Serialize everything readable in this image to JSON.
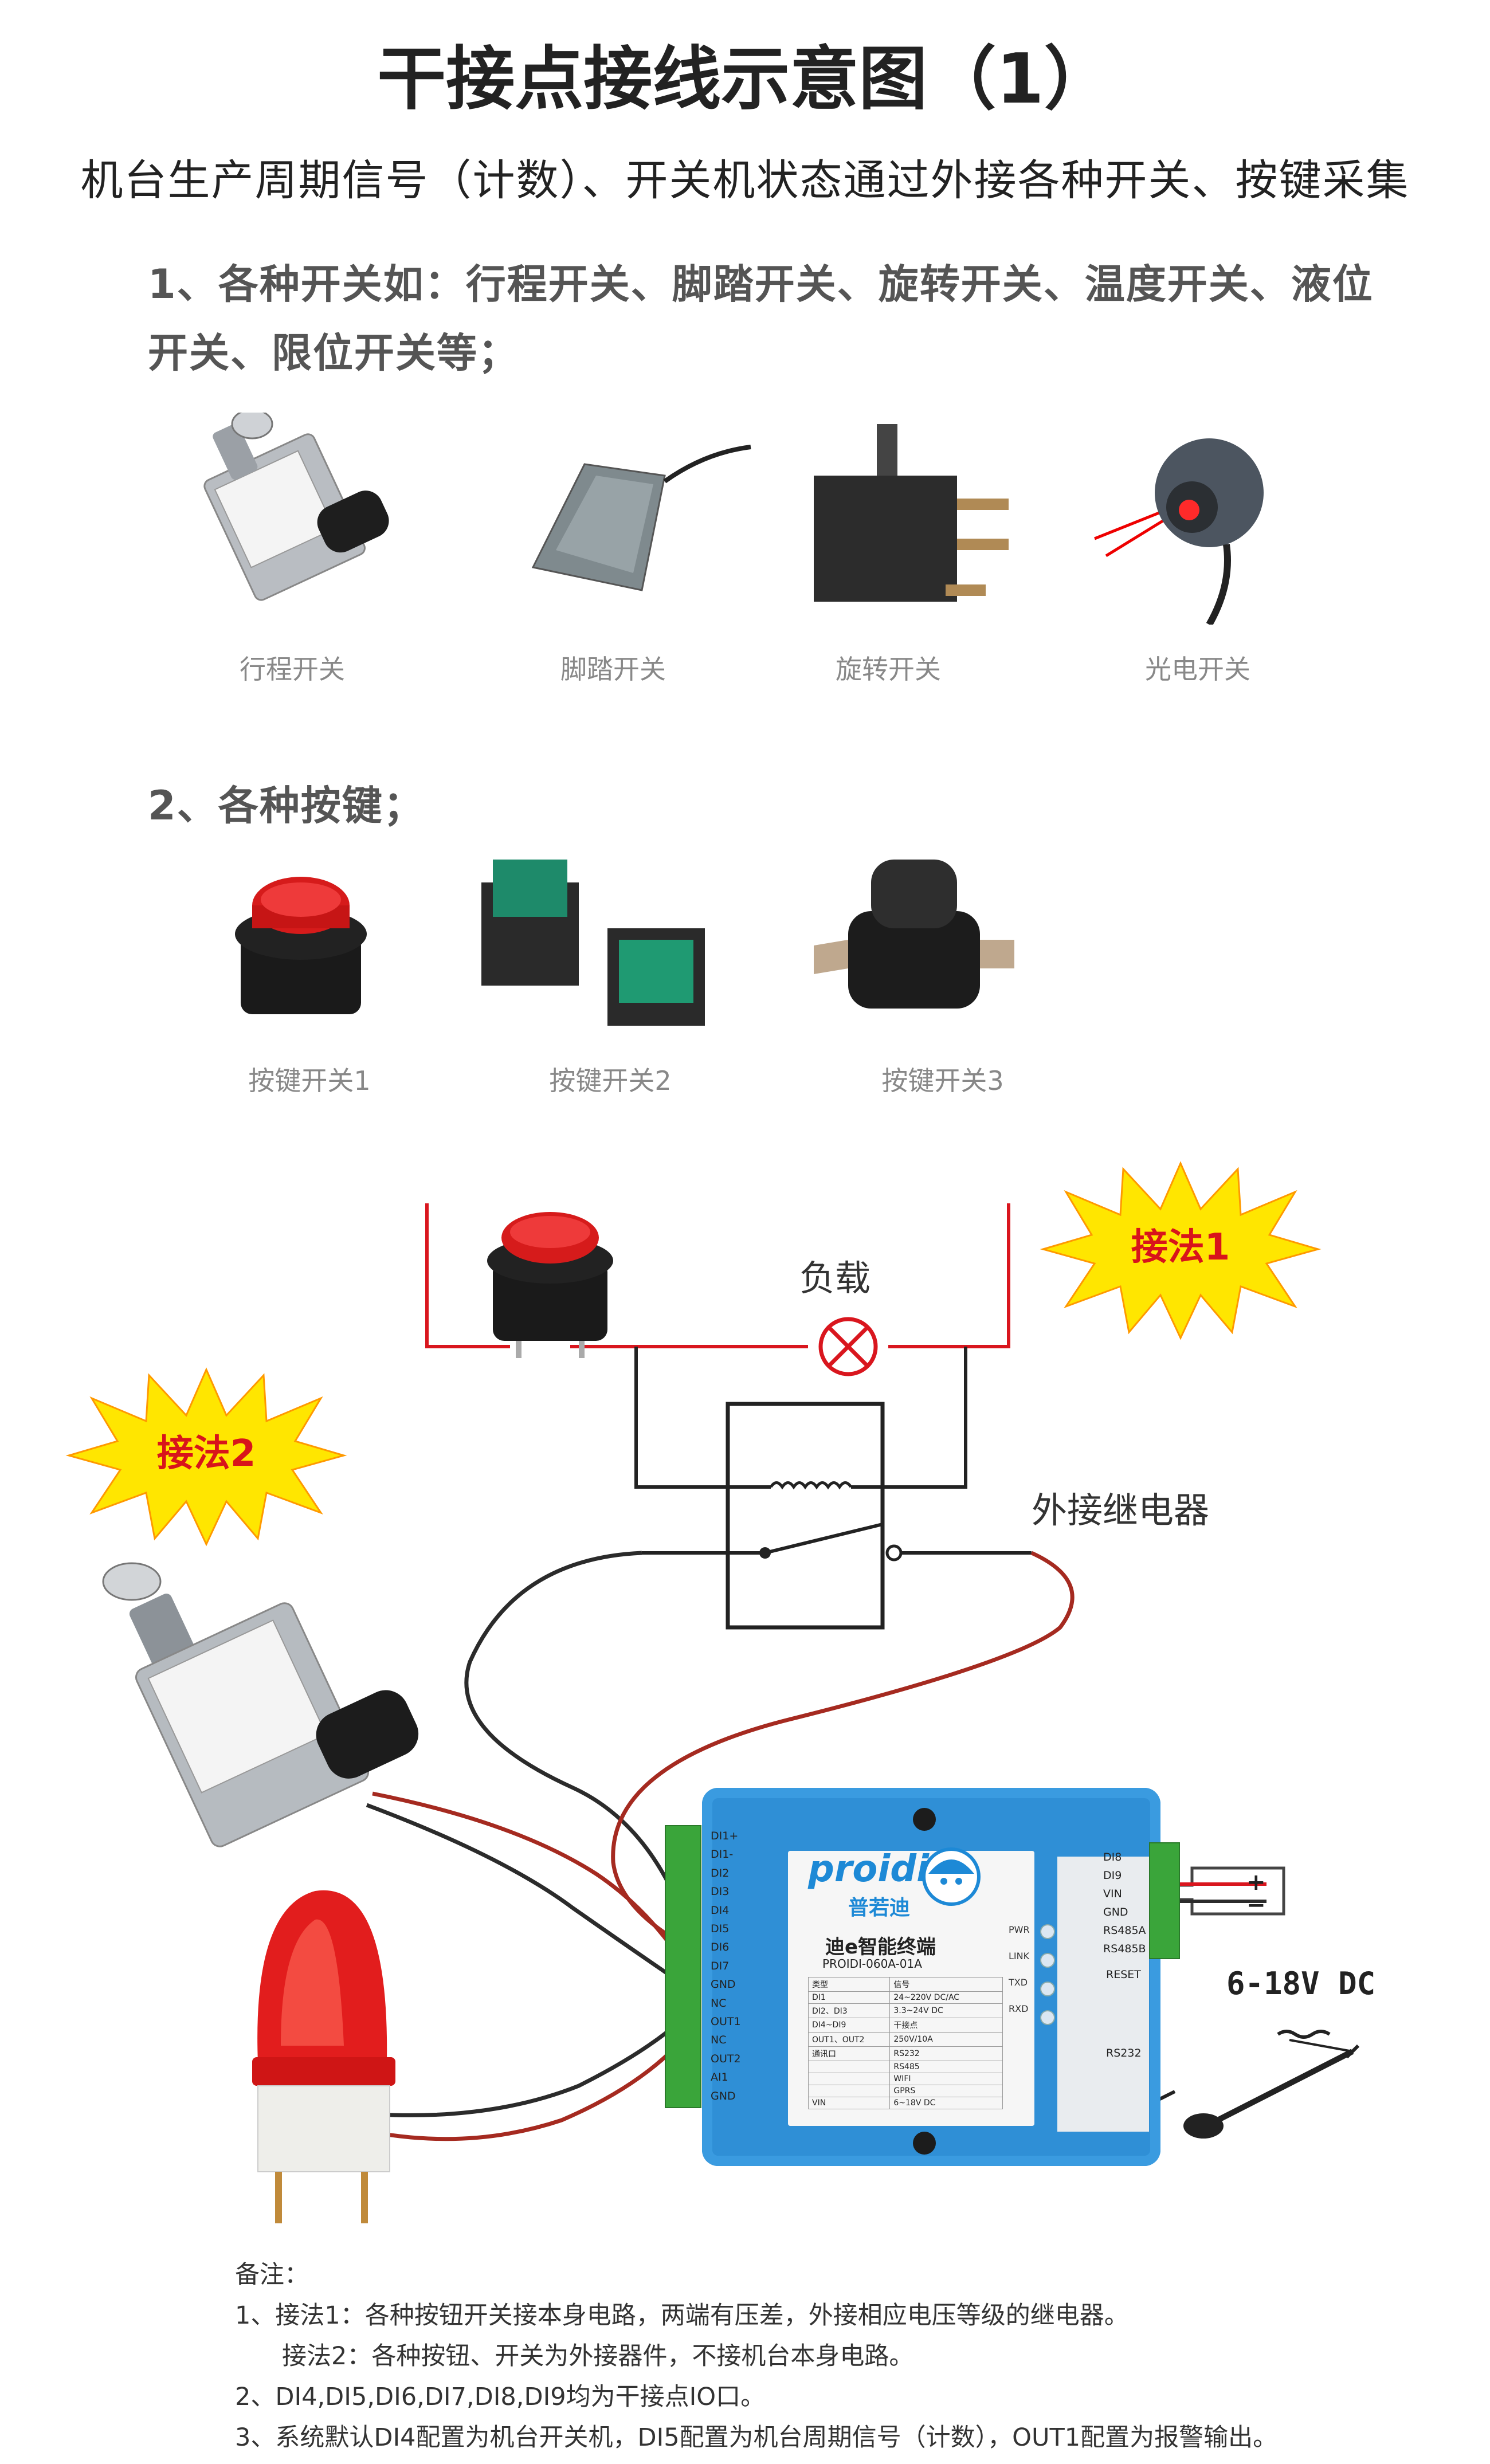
{
  "header": {
    "title": "干接点接线示意图（1）",
    "subtitle": "机台生产周期信号（计数）、开关机状态通过外接各种开关、按键采集"
  },
  "section1": {
    "line1": "1、各种开关如：行程开关、脚踏开关、旋转开关、温度开关、液位",
    "line2": "开关、限位开关等；",
    "items": [
      "行程开关",
      "脚踏开关",
      "旋转开关",
      "光电开关"
    ]
  },
  "section2": {
    "heading": "2、各种按键；",
    "items": [
      "按键开关1",
      "按键开关2",
      "按键开关3"
    ]
  },
  "diagram": {
    "load_label": "负载",
    "relay_label": "外接继电器",
    "method1": "接法1",
    "method2": "接法2",
    "power_label": "6-18V DC",
    "plus": "+",
    "minus": "−",
    "device": {
      "brand": "proidi",
      "brand_cn": "普若迪",
      "name": "迪e智能终端",
      "model": "PROIDI-060A-01A",
      "left_terminals": [
        "DI1+",
        "DI1-",
        "DI2",
        "DI3",
        "DI4",
        "DI5",
        "DI6",
        "DI7",
        "GND",
        "NC",
        "OUT1",
        "NC",
        "OUT2",
        "AI1",
        "GND"
      ],
      "right_terminals": [
        "DI8",
        "DI9",
        "VIN",
        "GND",
        "RS485A",
        "RS485B"
      ],
      "right_labels": [
        "RESET",
        "RS232"
      ],
      "leds": [
        "PWR",
        "LINK",
        "TXD",
        "RXD"
      ],
      "spec_header": [
        "类型",
        "信号"
      ],
      "spec_rows": [
        [
          "DI1",
          "24~220V DC/AC"
        ],
        [
          "DI2、DI3",
          "3.3~24V DC"
        ],
        [
          "DI4~DI9",
          "干接点"
        ],
        [
          "OUT1、OUT2",
          "250V/10A"
        ],
        [
          "通讯口",
          "RS232"
        ],
        [
          "",
          "RS485"
        ],
        [
          "",
          "WIFI"
        ],
        [
          "",
          "GPRS"
        ],
        [
          "VIN",
          "6~18V DC"
        ]
      ]
    }
  },
  "notes": {
    "heading": "备注：",
    "lines": [
      "1、接法1：各种按钮开关接本身电路，两端有压差，外接相应电压等级的继电器。",
      "      接法2：各种按钮、开关为外接器件，不接机台本身电路。",
      "2、DI4,DI5,DI6,DI7,DI8,DI9均为干接点IO口。",
      "3、系统默认DI4配置为机台开关机，DI5配置为机台周期信号（计数），OUT1配置为报警输出。"
    ]
  },
  "colors": {
    "wire_red": "#d9161e",
    "wire_dark_red": "#a52a20",
    "wire_black": "#2b2b2b",
    "device_blue": "#2f8fd6",
    "burst_yellow": "#ffe600",
    "terminal_green": "#3aa53a"
  }
}
